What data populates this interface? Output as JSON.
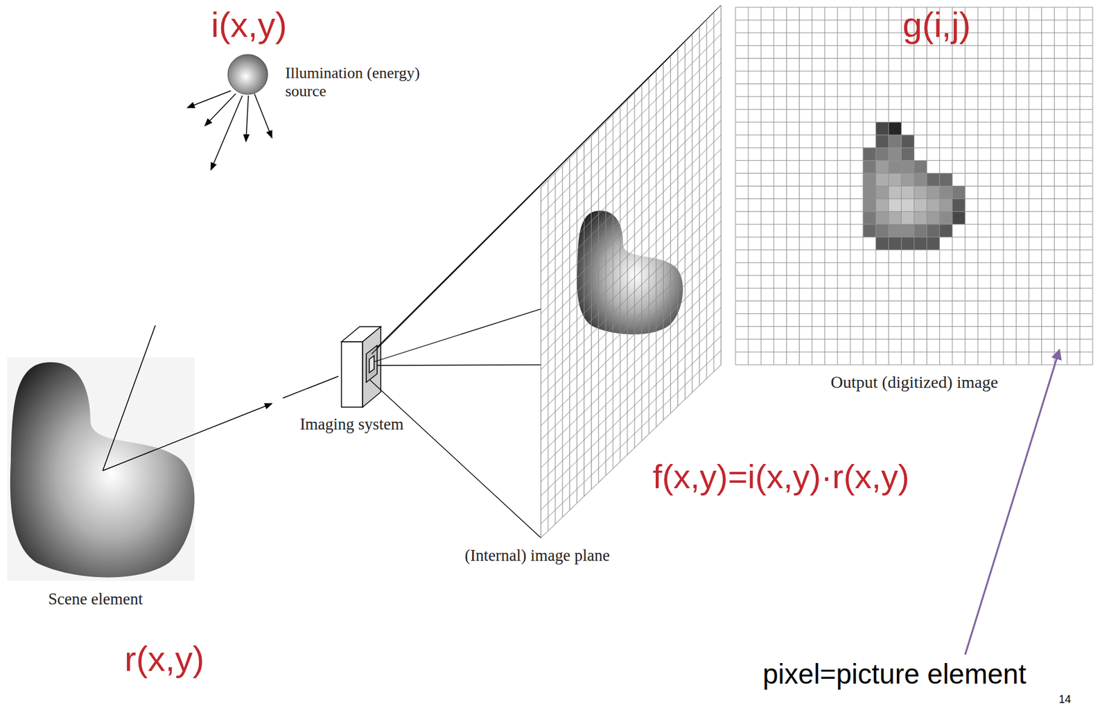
{
  "diagram": {
    "labels": [
      "i(x,y)",
      "Illumination (energy) source",
      "g(i,j)",
      "Output (digitized) image",
      "Imaging system",
      "(Internal) image plane",
      "f(x,y)=i(x,y)·r(x,y)",
      "Scene element",
      "r(x,y)",
      "pixel=picture element",
      "14"
    ]
  }
}
